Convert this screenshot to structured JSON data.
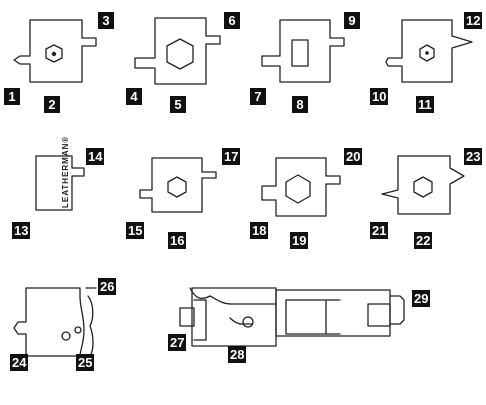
{
  "callouts": [
    "1",
    "2",
    "3",
    "4",
    "5",
    "6",
    "7",
    "8",
    "9",
    "10",
    "11",
    "12",
    "13",
    "14",
    "15",
    "16",
    "17",
    "18",
    "19",
    "20",
    "21",
    "22",
    "23",
    "24",
    "25",
    "26",
    "27",
    "28",
    "29"
  ],
  "brand_text": "LEATHERMAN®",
  "colors": {
    "stroke": "#222222",
    "label_bg": "#111111",
    "label_text": "#ffffff"
  }
}
